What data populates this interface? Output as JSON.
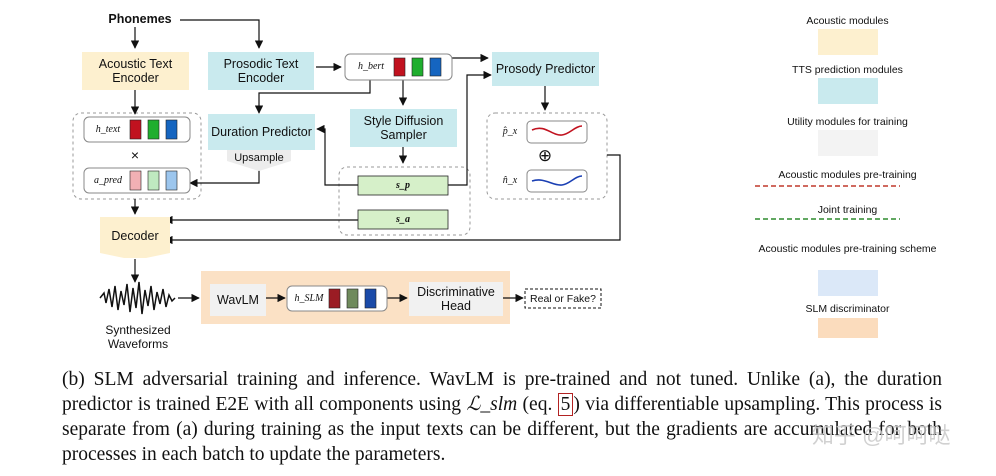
{
  "diagram": {
    "phonemes": "Phonemes",
    "acoustic_text_encoder": "Acoustic Text Encoder",
    "prosodic_text_encoder": "Prosodic Text Encoder",
    "h_bert": "h_bert",
    "prosody_predictor": "Prosody Predictor",
    "duration_predictor": "Duration Predictor",
    "upsample": "Upsample",
    "style_diffusion_sampler": "Style Diffusion Sampler",
    "h_text": "h_text",
    "times": "×",
    "a_pred": "a_pred",
    "s_p": "s_p",
    "s_a": "s_a",
    "p_hat": "p̂_x",
    "n_hat": "n̂_x",
    "oplus": "⊕",
    "decoder": "Decoder",
    "synthesized_waveforms": "Synthesized Waveforms",
    "wavlm": "WavLM",
    "h_slm": "h_SLM",
    "discriminative_head": "Discriminative Head",
    "real_or_fake": "Real or Fake?"
  },
  "legend": [
    {
      "label": "Acoustic modules",
      "color": "#fdf0cf"
    },
    {
      "label": "TTS prediction modules",
      "color": "#c9eaee"
    },
    {
      "label": "Utility modules for training",
      "color": "#f3f3f3"
    },
    {
      "label": "Acoustic modules pre-training",
      "color": "#c0392b"
    },
    {
      "label": "Joint training",
      "color": "#2e8b2e"
    },
    {
      "label": "Acoustic modules pre-training scheme",
      "color": "#dbe8f8"
    },
    {
      "label": "SLM discriminator",
      "color": "#fbdcbd"
    }
  ],
  "caption": {
    "part1": "(b) SLM adversarial training and inference. WavLM is pre-trained and not tuned. Unlike (a), the duration predictor is trained E2E with all components using ",
    "loss": "ℒ_slm",
    "eq_pre": " (eq. ",
    "eq_ref": "5",
    "part2": ") via differentiable upsampling. This process is separate from (a) during training as the input texts can be different, but the gradients are accumulated for both processes in each batch to update the parameters."
  },
  "watermark": "知乎 @呵呵哒"
}
